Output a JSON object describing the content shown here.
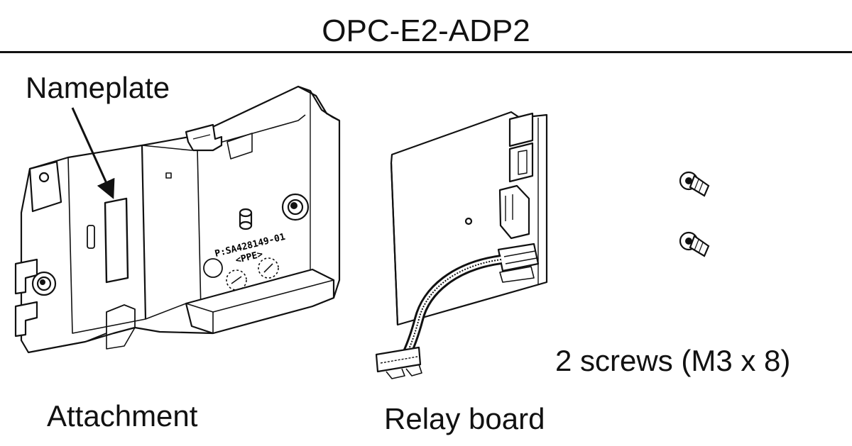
{
  "title": "OPC-E2-ADP2",
  "labels": {
    "nameplate": "Nameplate",
    "attachment": "Attachment",
    "relay_board": "Relay board",
    "screws": "2 screws (M3 x 8)"
  },
  "part_marking": {
    "line1": "P:SA428149-01",
    "line2": "<PPE>"
  }
}
